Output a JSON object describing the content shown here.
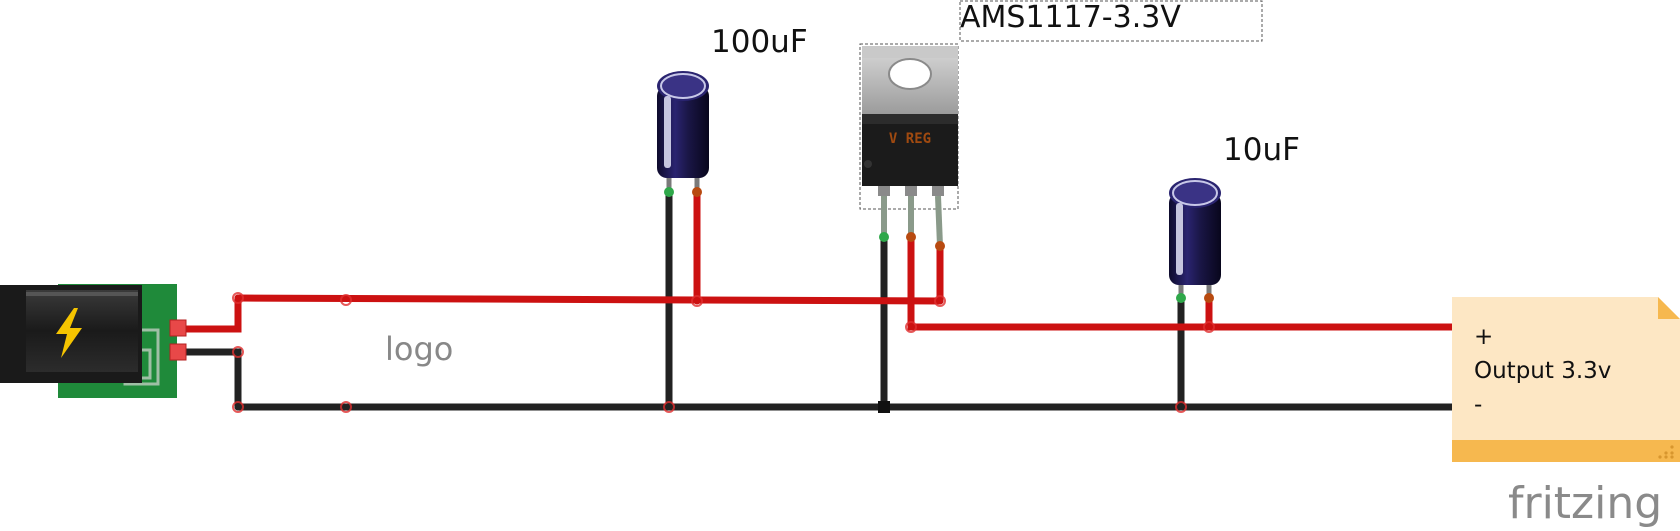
{
  "labels": {
    "cap1_value": "100uF",
    "cap2_value": "10uF",
    "regulator_name": "AMS1117-3.3V",
    "regulator_marking": "V REG",
    "logo_text": "logo"
  },
  "note": {
    "plus": "+",
    "title": "Output 3.3v",
    "minus": "-"
  },
  "brand": "fritzing",
  "colors": {
    "positive_wire": "#cc1111",
    "ground_wire": "#222222",
    "capacitor_body": "#1a1646",
    "pcb_green": "#1f8a3a",
    "note_fill": "#fde7c4",
    "note_bar": "#f6b84f",
    "bolt": "#f5c400"
  },
  "icons": [
    "lightning-bolt-icon"
  ]
}
